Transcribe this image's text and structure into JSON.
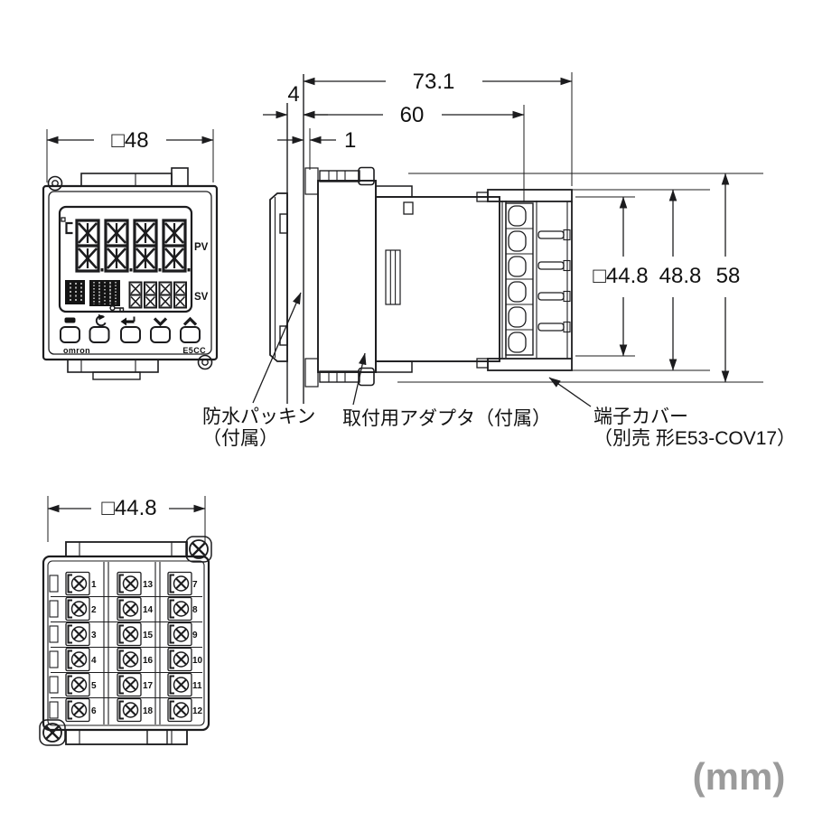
{
  "unit_note": "(mm)",
  "front_view": {
    "width_dim": "□48",
    "pv_label": "PV",
    "sv_label": "SV",
    "brand_label": "omron",
    "model_label": "E5CC"
  },
  "side_view": {
    "dim_overall_depth": "73.1",
    "dim_case_depth": "60",
    "dim_panel_thickness": "4",
    "dim_front_gap": "1",
    "dim_case_height": "□44.8",
    "dim_cover_height": "48.8",
    "dim_overall_height": "58",
    "callout_packing_line1": "防水パッキン",
    "callout_packing_line2": "（付属）",
    "callout_adapter": "取付用アダプタ（付属）",
    "callout_cover_line1": "端子カバー",
    "callout_cover_line2": "（別売 形E53-COV17）"
  },
  "rear_view": {
    "width_dim": "□44.8",
    "terminals": {
      "col1": [
        "1",
        "2",
        "3",
        "4",
        "5",
        "6"
      ],
      "col2": [
        "13",
        "14",
        "15",
        "16",
        "17",
        "18"
      ],
      "col3": [
        "7",
        "8",
        "9",
        "10",
        "11",
        "12"
      ]
    }
  }
}
